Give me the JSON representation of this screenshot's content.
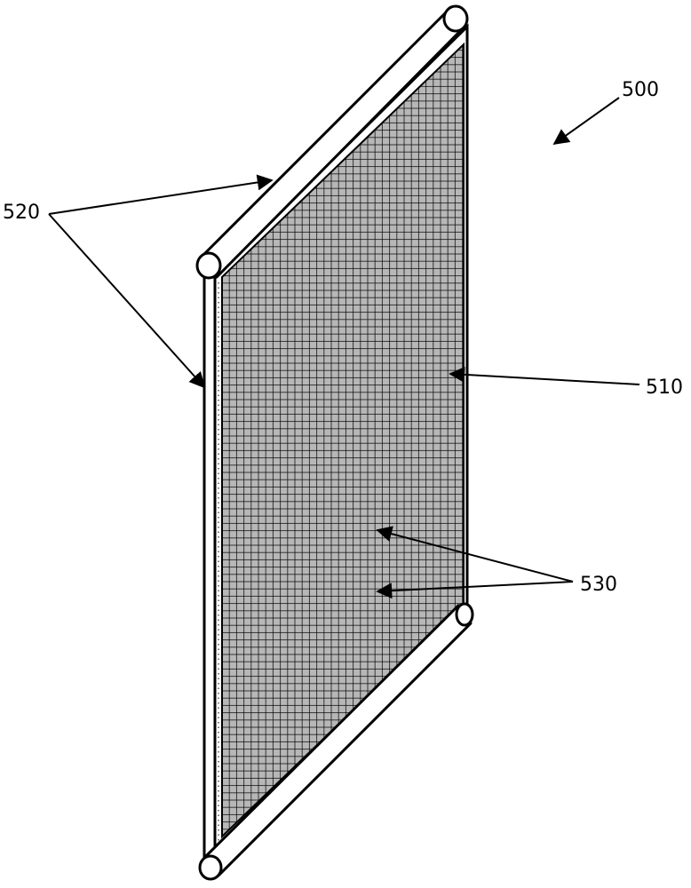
{
  "figure": {
    "labels": {
      "assembly": "500",
      "panel": "510",
      "rods": "520",
      "mesh_cells": "530"
    },
    "colors": {
      "outline": "#000000",
      "mesh_fill": "#b7b7b7",
      "mesh_grid": "#000000",
      "frame": "#ffffff"
    }
  }
}
